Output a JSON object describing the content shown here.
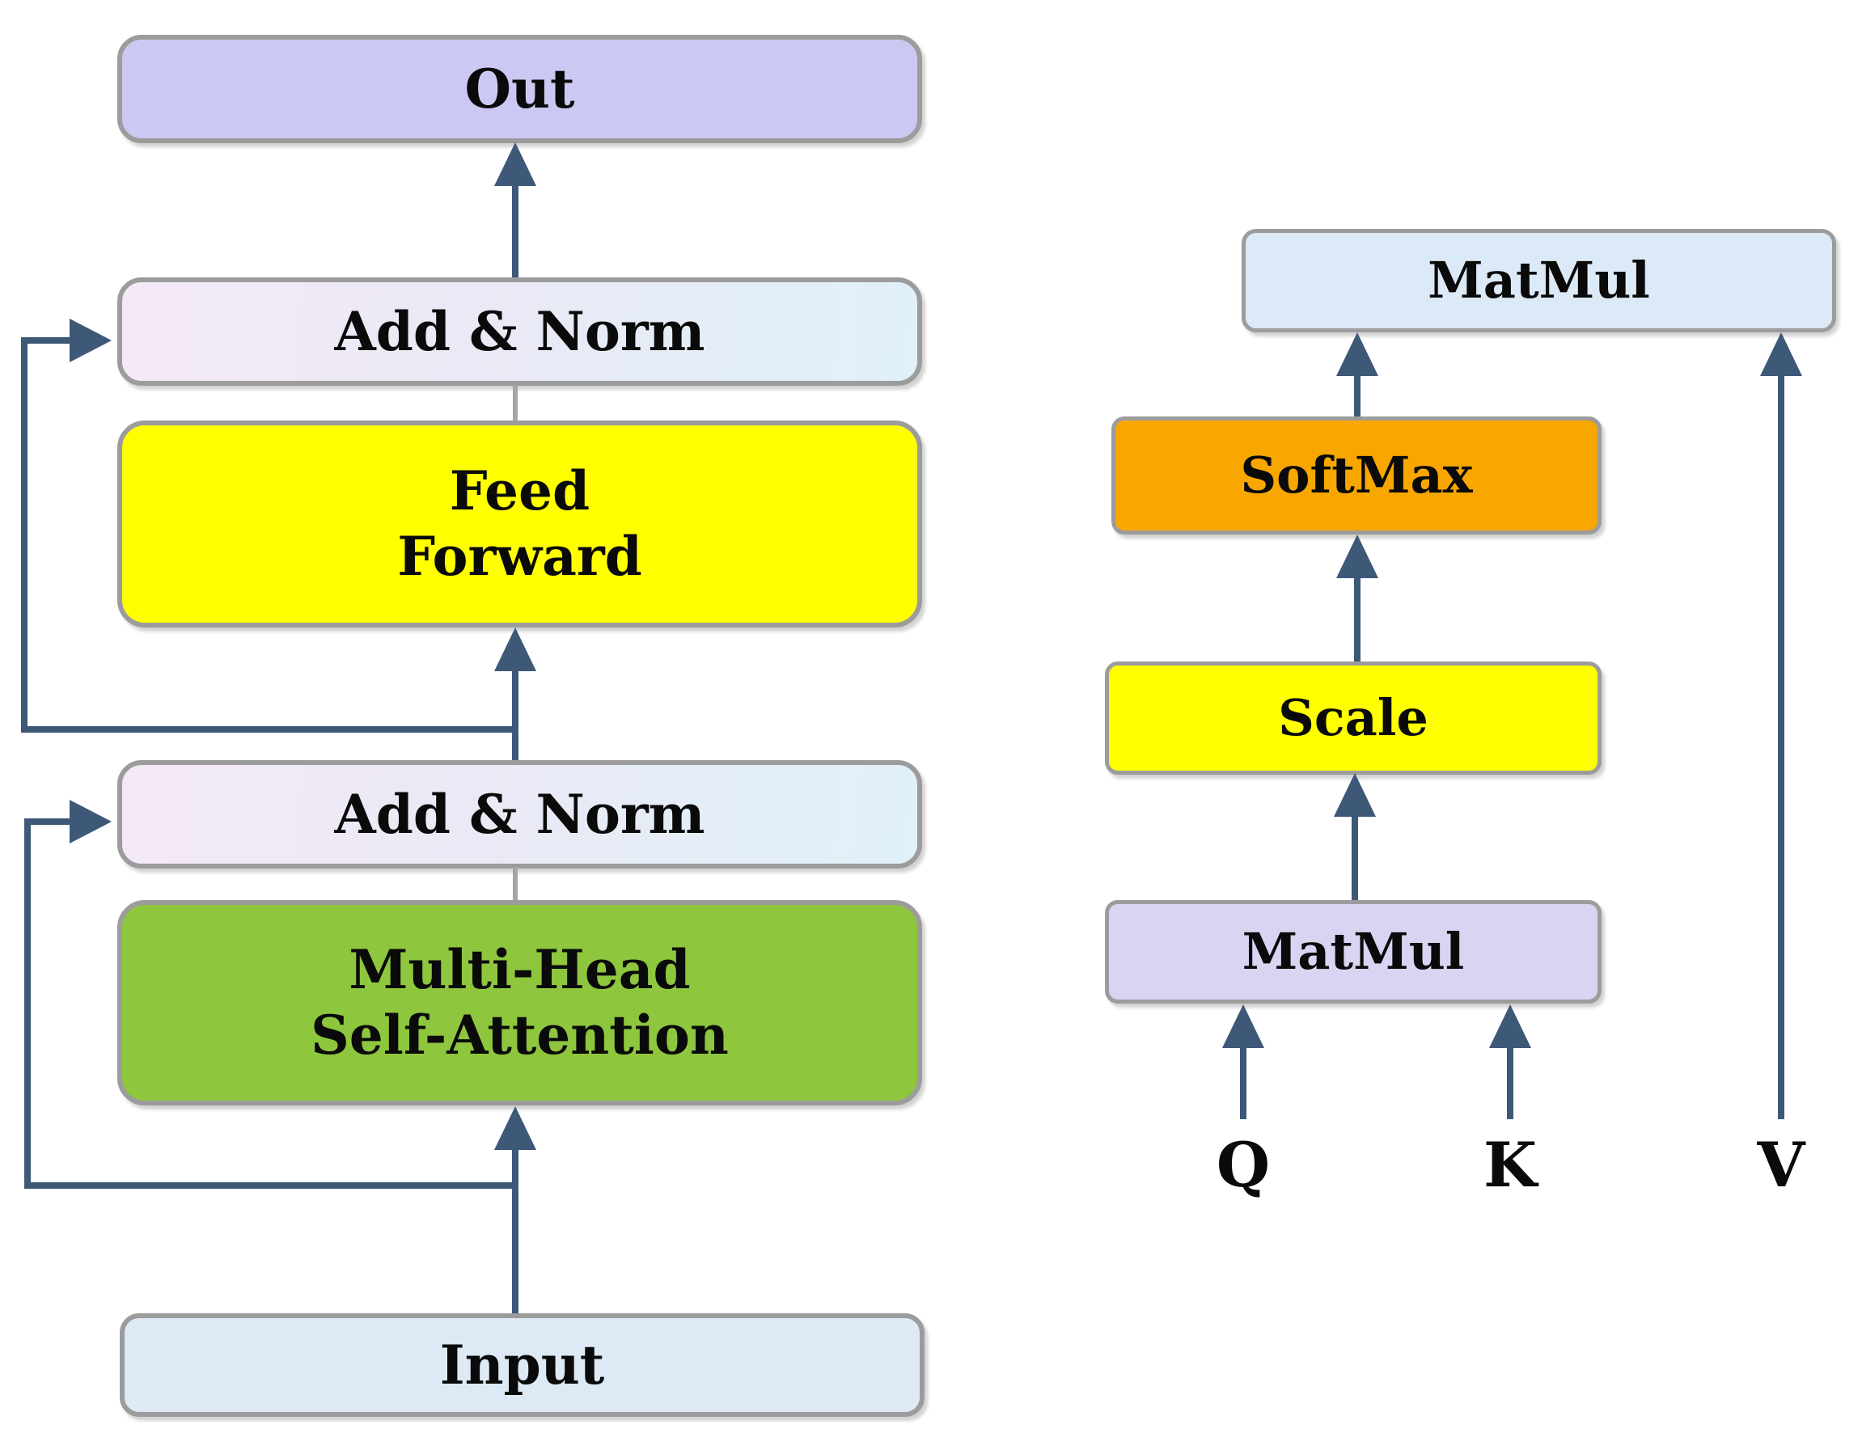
{
  "encoder": {
    "boxes": {
      "out": {
        "label": "Out"
      },
      "add_norm_1": {
        "label": "Add & Norm"
      },
      "feed_forward": {
        "line1": "Feed",
        "line2": "Forward"
      },
      "add_norm_2": {
        "label": "Add & Norm"
      },
      "mhsa": {
        "line1": "Multi-Head",
        "line2": "Self-Attention"
      },
      "input": {
        "label": "Input"
      }
    }
  },
  "attention": {
    "boxes": {
      "matmul_top": {
        "label": "MatMul"
      },
      "softmax": {
        "label": "SoftMax"
      },
      "scale": {
        "label": "Scale"
      },
      "matmul_bottom": {
        "label": "MatMul"
      }
    },
    "inputs": {
      "q": "Q",
      "k": "K",
      "v": "V"
    }
  },
  "colors": {
    "arrow": "#3e5878",
    "border_gray": "#9c9c9c",
    "connector_gray": "#a6a6a6",
    "out_fill": "#cbc9f3",
    "add_norm_left": "#f5e9f6",
    "add_norm_right": "#e0f1f9",
    "feed_forward_fill": "#ffff00",
    "mhsa_fill": "#8ec63e",
    "input_fill": "#dde9f4",
    "matmul_top_fill": "#dce9f6",
    "softmax_fill": "#f8a701",
    "scale_fill": "#ffff00",
    "matmul_bottom_fill": "#d8d5f3"
  }
}
